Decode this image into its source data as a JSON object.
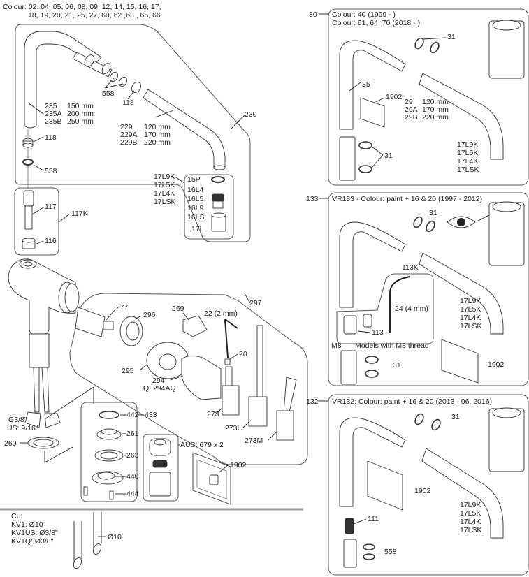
{
  "main": {
    "colour_header": [
      "Colour: 02, 04, 05, 06, 08, 09, 12, 14, 15, 16, 17,",
      "18, 19, 20, 21, 25, 27, 60, 62 ,63 , 65, 66"
    ],
    "parts": {
      "p558a": "558",
      "p118a": "118",
      "p235": [
        "235",
        "235A",
        "235B"
      ],
      "p235_len": [
        "150 mm",
        "200 mm",
        "250 mm"
      ],
      "p229": [
        "229",
        "229A",
        "229B"
      ],
      "p229_len": [
        "120 mm",
        "170 mm",
        "220 mm"
      ],
      "p230": "230",
      "p118b": "118",
      "p558b": "558",
      "aerator_kits": [
        "17L9K",
        "17L5K",
        "17L4K",
        "17LSK"
      ],
      "p15P": "15P",
      "p16": [
        "16L4",
        "16L5",
        "16L9",
        "16LS"
      ],
      "p17L": "17L",
      "p117": "117",
      "p117K": "117K",
      "p116": "116",
      "p277": "277",
      "p296": "296",
      "p269": "269",
      "p22": "22 (2 mm)",
      "p297": "297",
      "p20": "20",
      "p295": "295",
      "p294": "294",
      "p294AQ": "Q: 294AQ",
      "p273": "273",
      "p273L": "273L",
      "p273M": "273M",
      "p442": "442",
      "p433": "433",
      "p261": "261",
      "p263": "263",
      "p440": "440",
      "p444": "444",
      "p260": "260",
      "g38": "G3/8\"",
      "us916": "US: 9/16\"",
      "aus": "AUS: 679 x 2",
      "p1902": "1902"
    },
    "tubes": {
      "title": "Cu:",
      "lines": [
        "KV1: Ø10",
        "KV1US: Ø3/8\"",
        "KV1Q: Ø3/8\""
      ],
      "dim": "Ø10"
    }
  },
  "variant_30": {
    "ref": "30",
    "title": [
      "Colour: 40 (1999 - )",
      "Colour: 61, 64, 70 (2018 - )"
    ],
    "p31a": "31",
    "p35": "35",
    "p1902": "1902",
    "p29": [
      "29",
      "29A",
      "29B"
    ],
    "p29_len": [
      "120 mm",
      "170 mm",
      "220 mm"
    ],
    "p31b": "31",
    "aerator_kits": [
      "17L9K",
      "17L5K",
      "17L4K",
      "17LSK"
    ]
  },
  "variant_133": {
    "ref": "133",
    "title": "VR133 - Colour: paint + 16 & 20 (1997 - 2012)",
    "p31a": "31",
    "p113K": "113K",
    "p24": "24 (4 mm)",
    "p113": "113",
    "m8": "M8",
    "m8_note": "Models with M8 thread",
    "p31b": "31",
    "aerator_kits": [
      "17L9K",
      "17L5K",
      "17L4K",
      "17LSK"
    ],
    "p1902": "1902"
  },
  "variant_132": {
    "ref": "132",
    "title": "VR132: Colour: paint + 16 & 20 (2013 - 06. 2016)",
    "p31": "31",
    "p1902": "1902",
    "p111": "111",
    "p558": "558",
    "aerator_kits": [
      "17L9K",
      "17L5K",
      "17L4K",
      "17LSK"
    ]
  }
}
